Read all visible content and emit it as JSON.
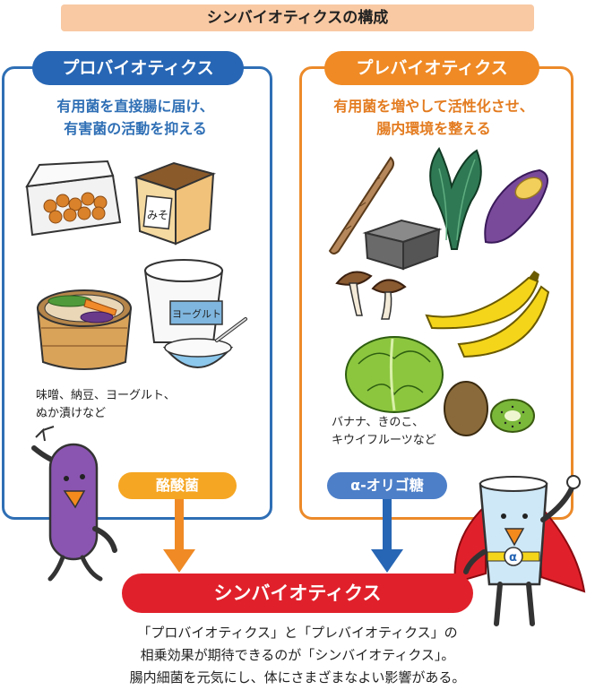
{
  "header": {
    "title": "シンバイオティクスの構成"
  },
  "probiotics": {
    "label": "プロバイオティクス",
    "description_lines": [
      "有用菌を直接腸に届け、",
      "有害菌の活動を抑える"
    ],
    "foods_lines": [
      "味噌、納豆、ヨーグルト、",
      "ぬか漬けなど"
    ],
    "miso_label": "みそ",
    "yogurt_label": "ヨーグルト",
    "connector": "酪酸菌",
    "accent_color": "#2766b4"
  },
  "prebiotics": {
    "label": "プレバイオティクス",
    "description_lines": [
      "有用菌を増やして活性化させ、",
      "腸内環境を整える"
    ],
    "foods_lines": [
      "バナナ、きのこ、",
      "キウイフルーツなど"
    ],
    "connector": "α-オリゴ糖",
    "accent_color": "#ef8a25"
  },
  "synbiotics": {
    "label": "シンバイオティクス",
    "accent_color": "#e0212b"
  },
  "summary_lines": [
    "「プロバイオティクス」と「プレバイオティクス」の",
    "相乗効果が期待できるのが「シンバイオティクス」。",
    "腸内細菌を元気にし、体にさまざまなよい影響がある。"
  ],
  "cup_mark": "α",
  "icons": [
    "natto-icon",
    "miso-icon",
    "nukazuke-icon",
    "yogurt-icon",
    "burdock-icon",
    "seaweed-icon",
    "sweet-potato-icon",
    "konjac-icon",
    "mushroom-icon",
    "banana-icon",
    "cabbage-icon",
    "kiwi-icon",
    "bacteria-mascot-icon",
    "oligo-cup-mascot-icon"
  ]
}
